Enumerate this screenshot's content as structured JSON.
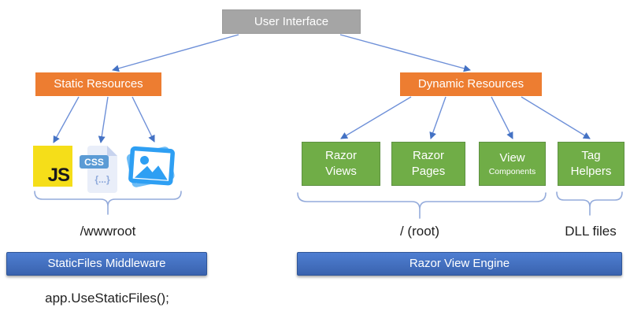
{
  "colors": {
    "gray_box": "#A5A5A5",
    "gray_border": "#9B9B9B",
    "orange_box": "#ED7D31",
    "green_box": "#70AD47",
    "green_border": "#5E9142",
    "blue_box_top": "#4E7ED2",
    "blue_box_bottom": "#3A63AE",
    "blue_box_border": "#2F5597",
    "arrow_line": "#6E90D8",
    "arrow_head": "#4472C4",
    "brace": "#94ABDB",
    "js_yellow": "#F5DE19",
    "icon_blue": "#2E9FF3"
  },
  "root_box": {
    "label": "User Interface"
  },
  "static_branch": {
    "box_label": "Static Resources",
    "js_icon_label": "JS",
    "css_icon_label": "CSS",
    "css_icon_braces": "{...}",
    "group_label": "/wwwroot",
    "middleware_label": "StaticFiles Middleware",
    "code_text": "app.UseStaticFiles();"
  },
  "dynamic_branch": {
    "box_label": "Dynamic Resources",
    "green_boxes": [
      {
        "line1": "Razor",
        "line2": "Views"
      },
      {
        "line1": "Razor",
        "line2": "Pages"
      },
      {
        "line1": "View",
        "line2": "Components"
      },
      {
        "line1": "Tag",
        "line2": "Helpers"
      }
    ],
    "group_label": "/ (root)",
    "dll_label": "DLL files",
    "engine_label": "Razor View Engine"
  }
}
